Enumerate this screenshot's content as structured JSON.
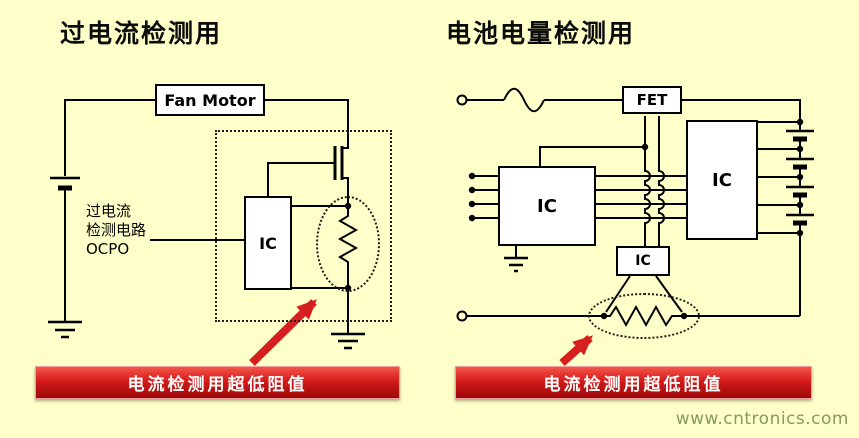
{
  "page": {
    "background_color": "#FFFFC9",
    "watermark": "www.cntronics.com"
  },
  "left_panel": {
    "title": "过电流检测用",
    "fan_motor_label": "Fan Motor",
    "ic_label": "IC",
    "note_line1": "过电流",
    "note_line2": "检测电路",
    "note_line3": "OCPO",
    "banner_text": "电流检测用超低阻值"
  },
  "right_panel": {
    "title": "电池电量检测用",
    "fet_label": "FET",
    "main_ic_label": "IC",
    "monitor_ic_label": "IC",
    "sense_ic_label": "IC",
    "banner_text": "电流检测用超低阻值"
  },
  "colors": {
    "banner_red_top": "#f4564a",
    "banner_red_bottom": "#9c0808",
    "arrow_red": "#d62020",
    "line_color": "#000000"
  }
}
